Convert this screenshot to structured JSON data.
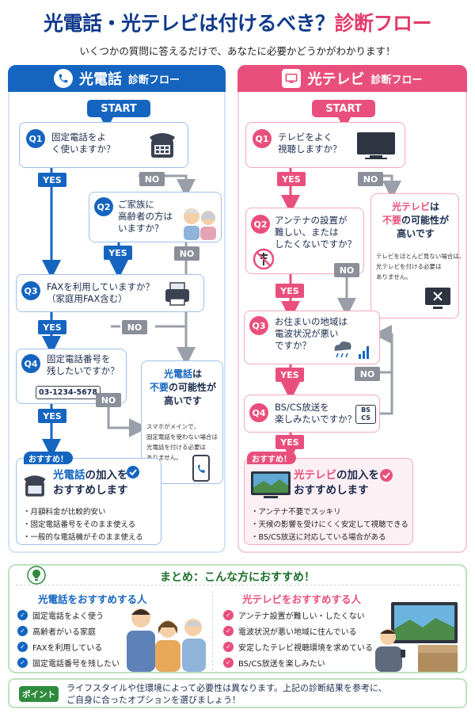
{
  "title": {
    "main": "光電話・光テレビは付けるべき？",
    "accent": "診断フロー"
  },
  "subtitle": "いくつかの質問に答えるだけで、あなたに必要かどうかがわかります！",
  "colors": {
    "blue": "#1565c0",
    "pink": "#e94f7c",
    "green": "#2e8b3d",
    "gray": "#8a8f99"
  },
  "hikari_denwa": {
    "header_label": "光電話",
    "header_sub": "診断フロー",
    "start": "START",
    "q1": {
      "num": "Q1",
      "line1": "固定電話をよ",
      "line2": "く使いますか？",
      "icon": "desk-phone-icon"
    },
    "q2": {
      "num": "Q2",
      "line1": "ご家族に",
      "line2": "高齢者の方は",
      "line3": "いますか？",
      "icon": "elderly-couple-icon"
    },
    "q3": {
      "num": "Q3",
      "line1": "FAXを利用していますか？",
      "line2": "（家庭用FAX含む）",
      "icon": "fax-icon"
    },
    "q4": {
      "num": "Q4",
      "line1": "固定電話番号を",
      "line2": "残したいですか？",
      "sample_number": "03-1234-5678"
    },
    "yes": "YES",
    "no": "NO",
    "not_needed": {
      "line1a": "光電話",
      "line1b": "は",
      "line2a": "不要",
      "line2b": "の可能性が",
      "line3": "高いです",
      "note1": "スマホがメインで、",
      "note2": "固定電話を使わない場合は",
      "note3": "光電話を付ける必要は",
      "note4": "ありません。",
      "icon": "smartphone-icon"
    },
    "recommend": {
      "badge": "おすすめ！",
      "line1a": "光電話",
      "line1b": "の加入を",
      "line2": "おすすめします",
      "bullets": [
        "月額料金が比較的安い",
        "固定電話番号をそのまま使える",
        "一般的な電話機がそのまま使える"
      ],
      "icon": "desk-phone-icon"
    }
  },
  "hikari_tv": {
    "header_label": "光テレビ",
    "header_sub": "診断フロー",
    "start": "START",
    "q1": {
      "num": "Q1",
      "line1": "テレビをよく",
      "line2": "視聴しますか？",
      "icon": "tv-icon"
    },
    "q2": {
      "num": "Q2",
      "line1": "アンテナの設置が",
      "line2": "難しい、または",
      "line3": "したくないですか？",
      "icon": "no-antenna-icon"
    },
    "q3": {
      "num": "Q3",
      "line1": "お住まいの地域は",
      "line2": "電波状況が悪い",
      "line3": "ですか？",
      "icon": "weather-signal-icon"
    },
    "q4": {
      "num": "Q4",
      "line1": "BS/CS放送を",
      "line2": "楽しみたいですか？",
      "bscs_line1": "BS",
      "bscs_line2": "CS"
    },
    "yes": "YES",
    "no": "NO",
    "not_needed": {
      "line1a": "光テレビ",
      "line1b": "は",
      "line2a": "不要",
      "line2b": "の可能性が",
      "line3": "高いです",
      "note1": "テレビをほとんど見ない場合は、",
      "note2": "光テレビを付ける必要は",
      "note3": "ありません。",
      "icon": "tv-off-icon"
    },
    "recommend": {
      "badge": "おすすめ！",
      "line1a": "光テレビ",
      "line1b": "の加入を",
      "line2": "おすすめします",
      "bullets": [
        "アンテナ不要でスッキリ",
        "天候の影響を受けにくく安定して視聴できる",
        "BS/CS放送に対応している場合がある"
      ],
      "icon": "tv-icon"
    }
  },
  "summary": {
    "title": "まとめ：こんな方におすすめ！",
    "icon": "lightbulb-icon",
    "denwa_heading": "光電話をおすすめする人",
    "denwa_items": [
      "固定電話をよく使う",
      "高齢者がいる家庭",
      "FAXを利用している",
      "固定電話番号を残したい"
    ],
    "tv_heading": "光テレビをおすすめする人",
    "tv_items": [
      "アンテナ設置が難しい・したくない",
      "電波状況が悪い地域に住んでいる",
      "安定したテレビ視聴環境を求めている",
      "BS/CS放送を楽しみたい"
    ]
  },
  "point": {
    "tag": "ポイント",
    "line1": "ライフスタイルや住環境によって必要性は異なります。上記の診断結果を参考に、",
    "line2": "ご自身に合ったオプションを選びましょう！"
  }
}
